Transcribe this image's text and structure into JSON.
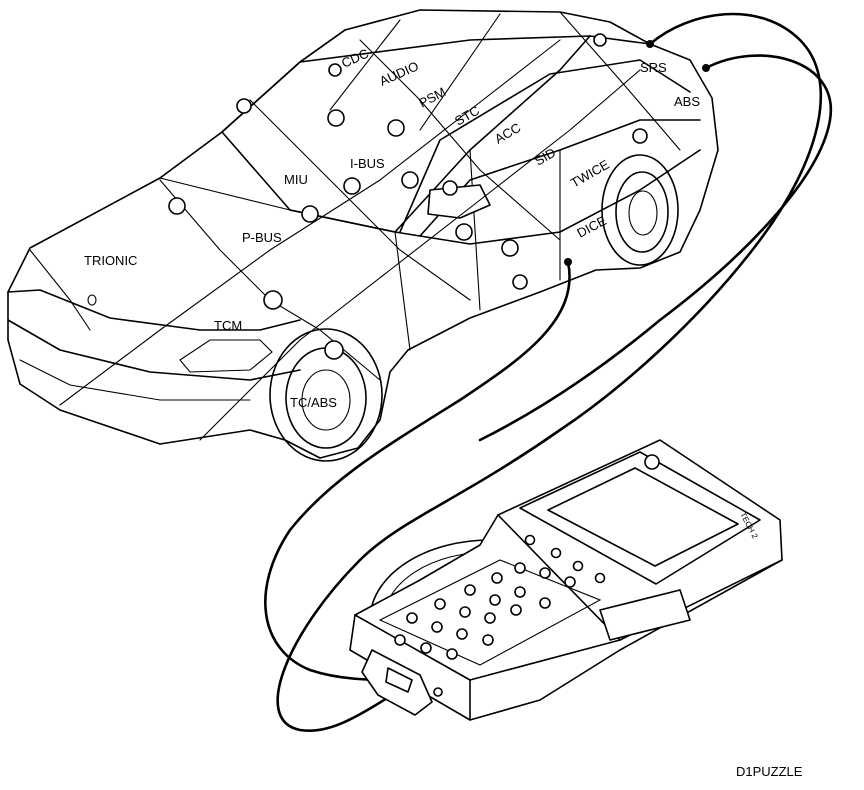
{
  "labels": {
    "cdc": "CDC",
    "audio": "AUDIO",
    "psm": "PSM",
    "stc": "STC",
    "acc": "ACC",
    "srs": "SRS",
    "abs": "ABS",
    "ibus": "I-BUS",
    "sid": "SID",
    "twice": "TWICE",
    "miu": "MIU",
    "dice": "DICE",
    "pbus": "P-BUS",
    "trionic": "TRIONIC",
    "tcm": "TCM",
    "tcabs": "TC/ABS"
  },
  "device_brand": "TECH 2",
  "caption": "D1PUZZLE"
}
